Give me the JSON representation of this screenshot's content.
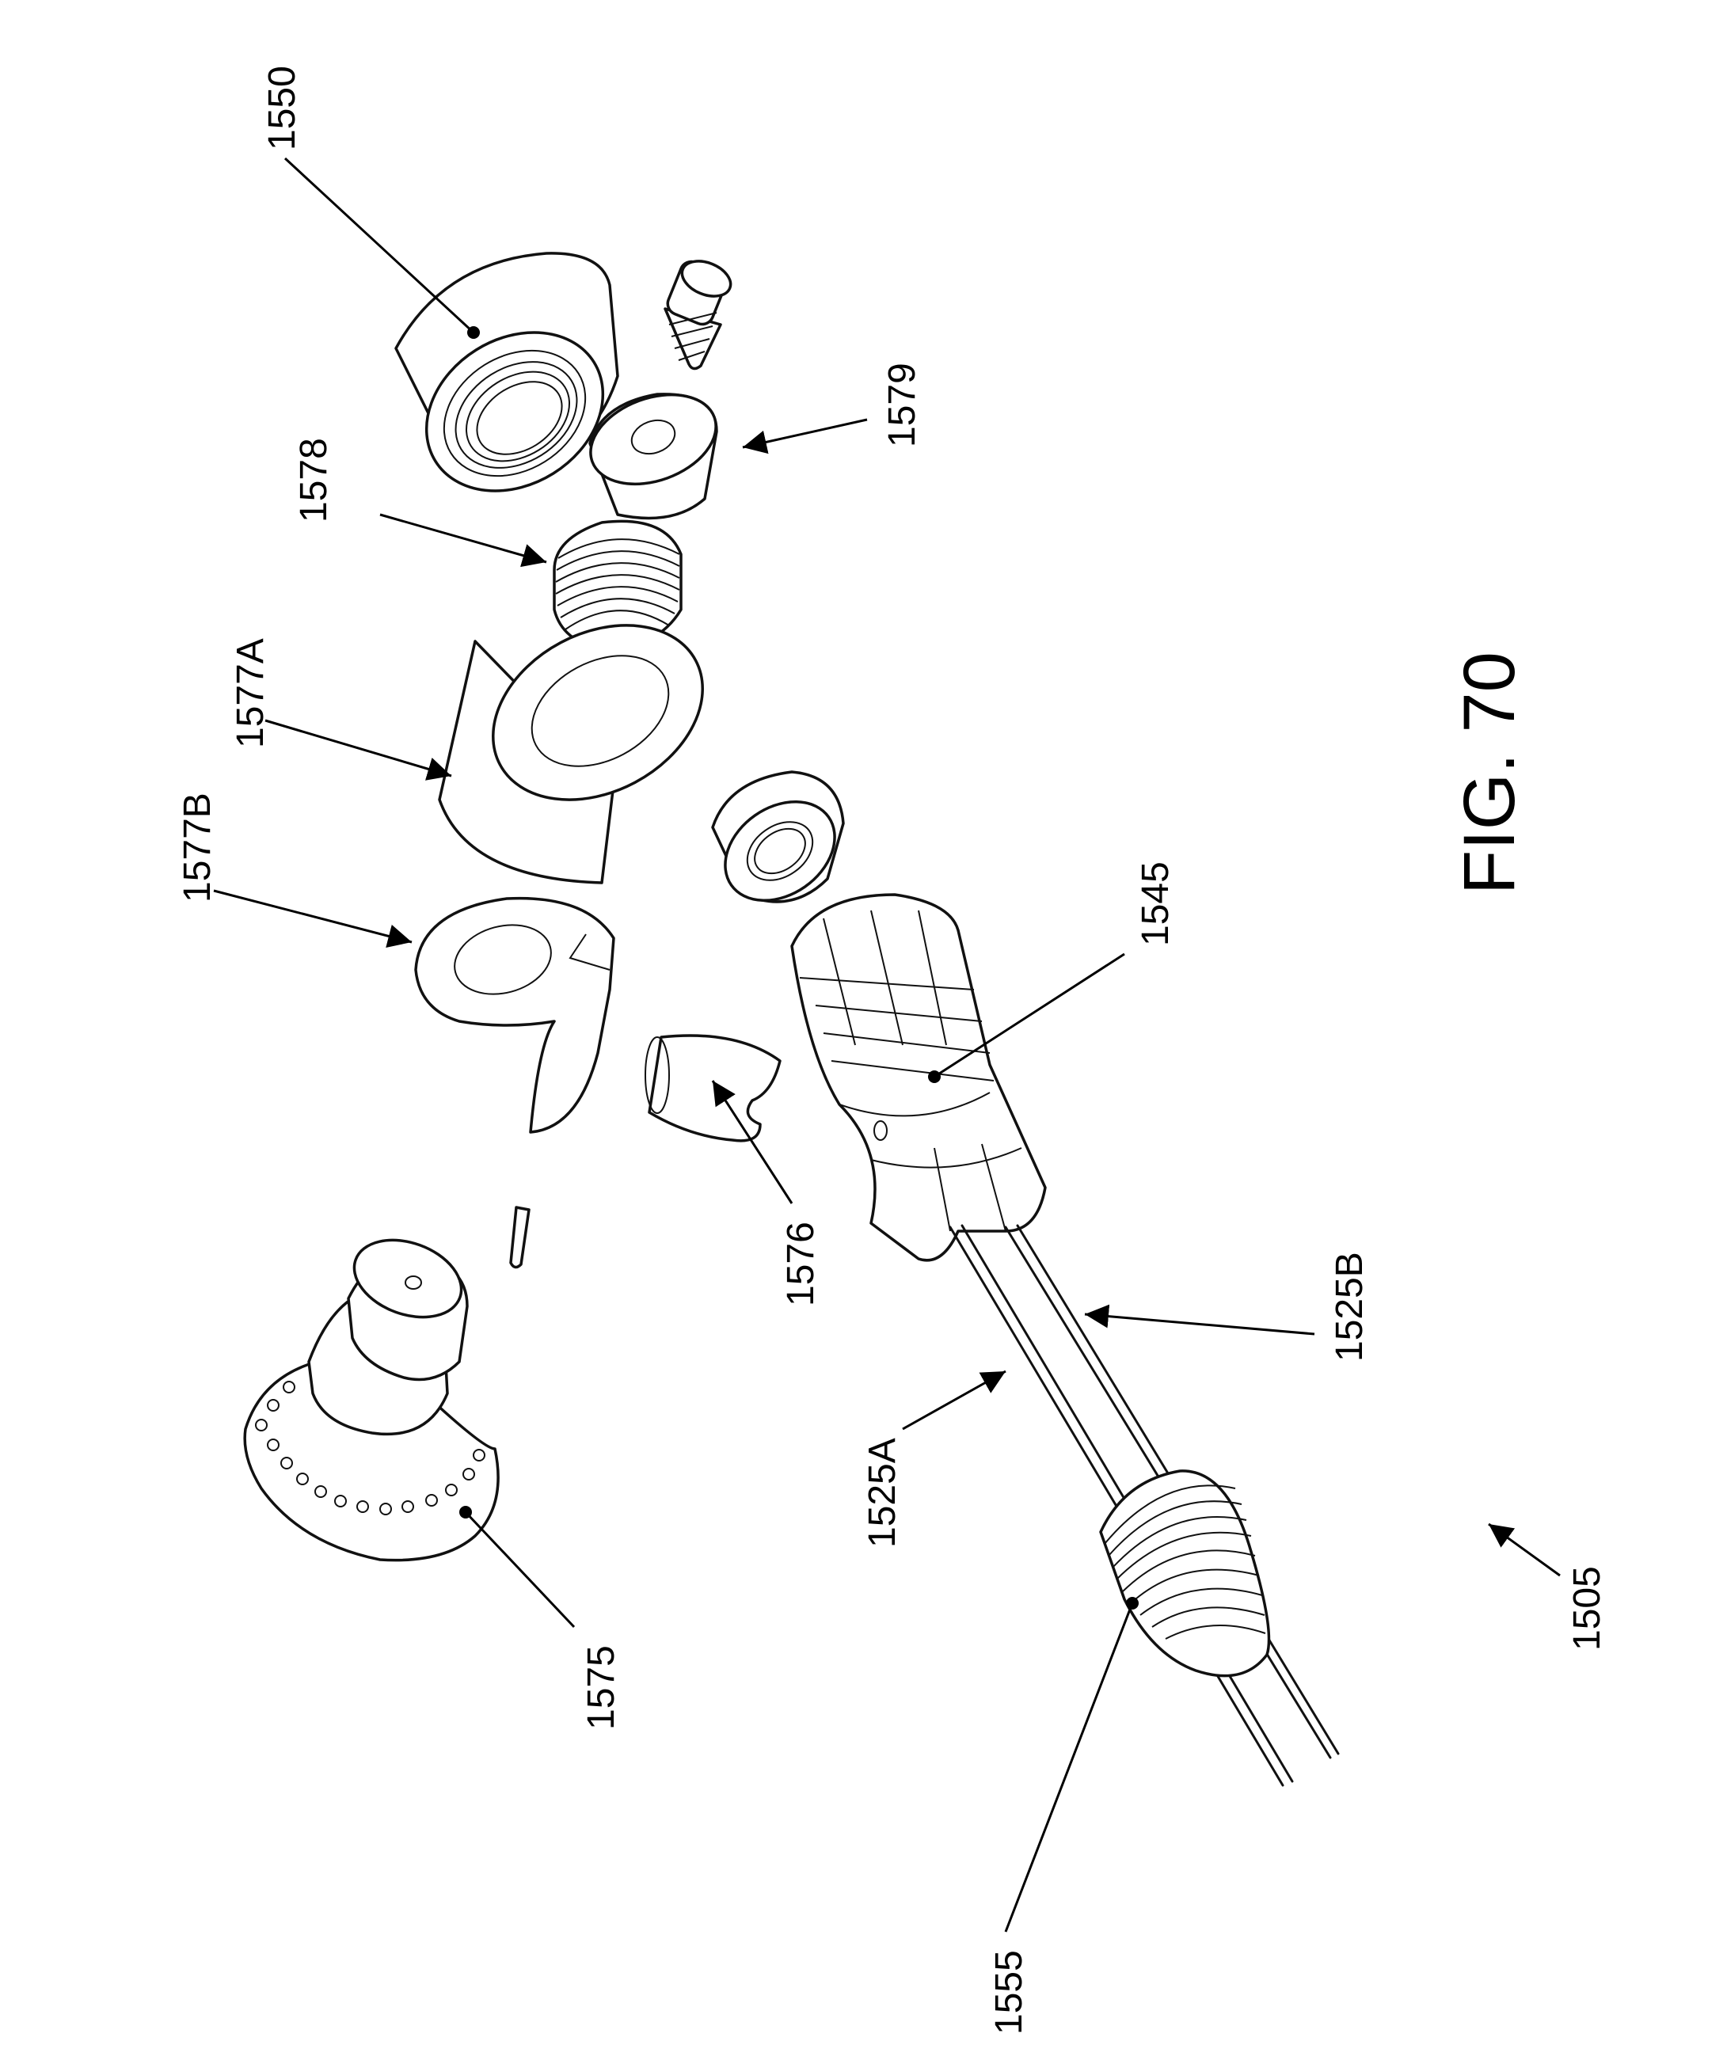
{
  "figure": {
    "title": "FIG. 70"
  },
  "labels": {
    "l1550": "1550",
    "l1579": "1579",
    "l1578": "1578",
    "l1577A": "1577A",
    "l1577B": "1577B",
    "l1545": "1545",
    "l1576": "1576",
    "l1525A": "1525A",
    "l1525B": "1525B",
    "l1575": "1575",
    "l1555": "1555",
    "l1505": "1505"
  }
}
